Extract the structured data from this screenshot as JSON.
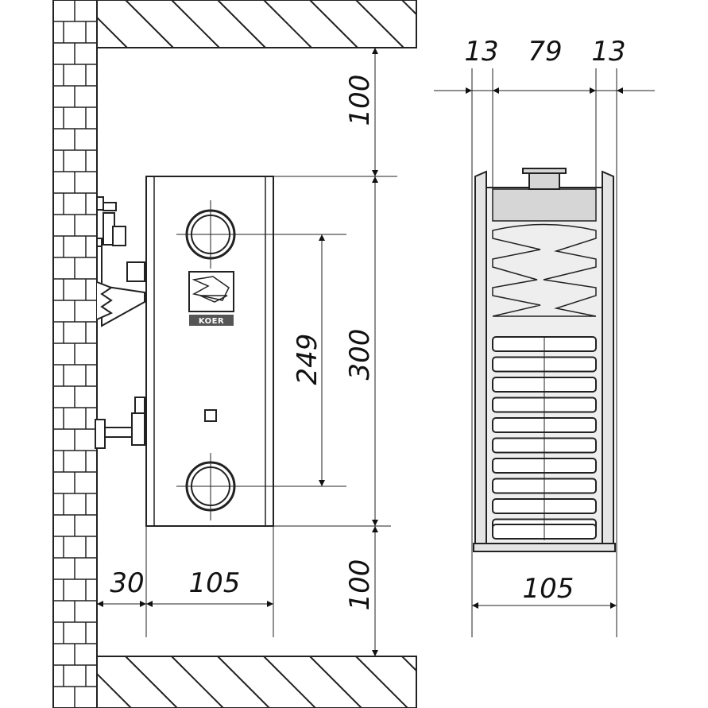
{
  "colors": {
    "line": "#222222",
    "fill_light": "#f2f2f2",
    "fill_mid": "#d6d6d6",
    "brick": "#ffffff"
  },
  "brand": {
    "logo_text": "KOER"
  },
  "dimensions": {
    "top_clearance": "100",
    "bottom_clearance": "100",
    "height": "300",
    "connection_spacing": "249",
    "wall_gap": "30",
    "depth_side": "105",
    "depth_section": "105",
    "flange_left": "13",
    "core_width": "79",
    "flange_right": "13"
  },
  "icons": {
    "logo": "fish-logo-icon",
    "air_vent": "air-vent-icon"
  }
}
